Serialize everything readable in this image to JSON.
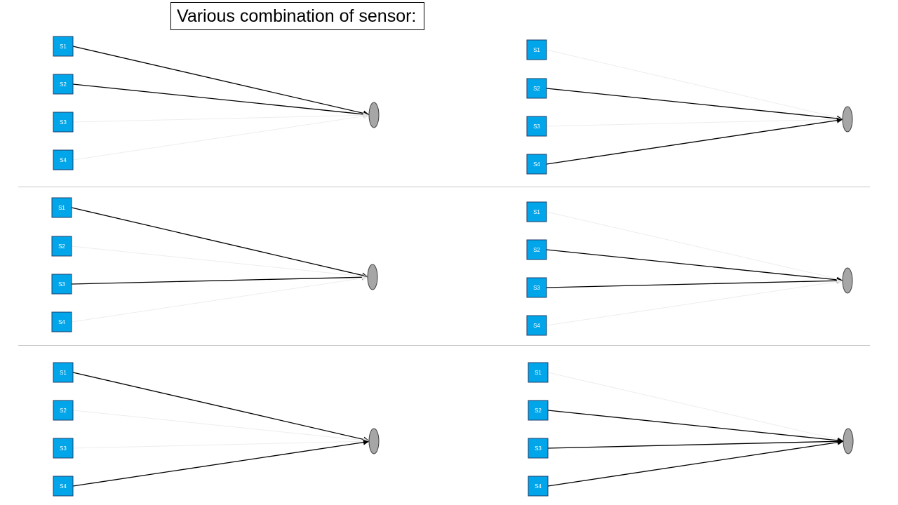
{
  "title": "Various combination of sensor:",
  "colors": {
    "sensor_fill": "#00A6E9",
    "sensor_stroke": "#1F3F6B",
    "target_fill": "#A6A6A6",
    "active_edge": "#000000",
    "inactive_edge": "#EDEDED"
  },
  "sensor_labels": [
    "S1",
    "S2",
    "S3",
    "S4"
  ],
  "combinations": [
    {
      "active": [
        true,
        true,
        false,
        false
      ]
    },
    {
      "active": [
        false,
        true,
        false,
        true
      ]
    },
    {
      "active": [
        true,
        false,
        true,
        false
      ]
    },
    {
      "active": [
        false,
        true,
        true,
        false
      ]
    },
    {
      "active": [
        true,
        false,
        false,
        true
      ]
    },
    {
      "active": [
        false,
        true,
        true,
        true
      ]
    }
  ]
}
